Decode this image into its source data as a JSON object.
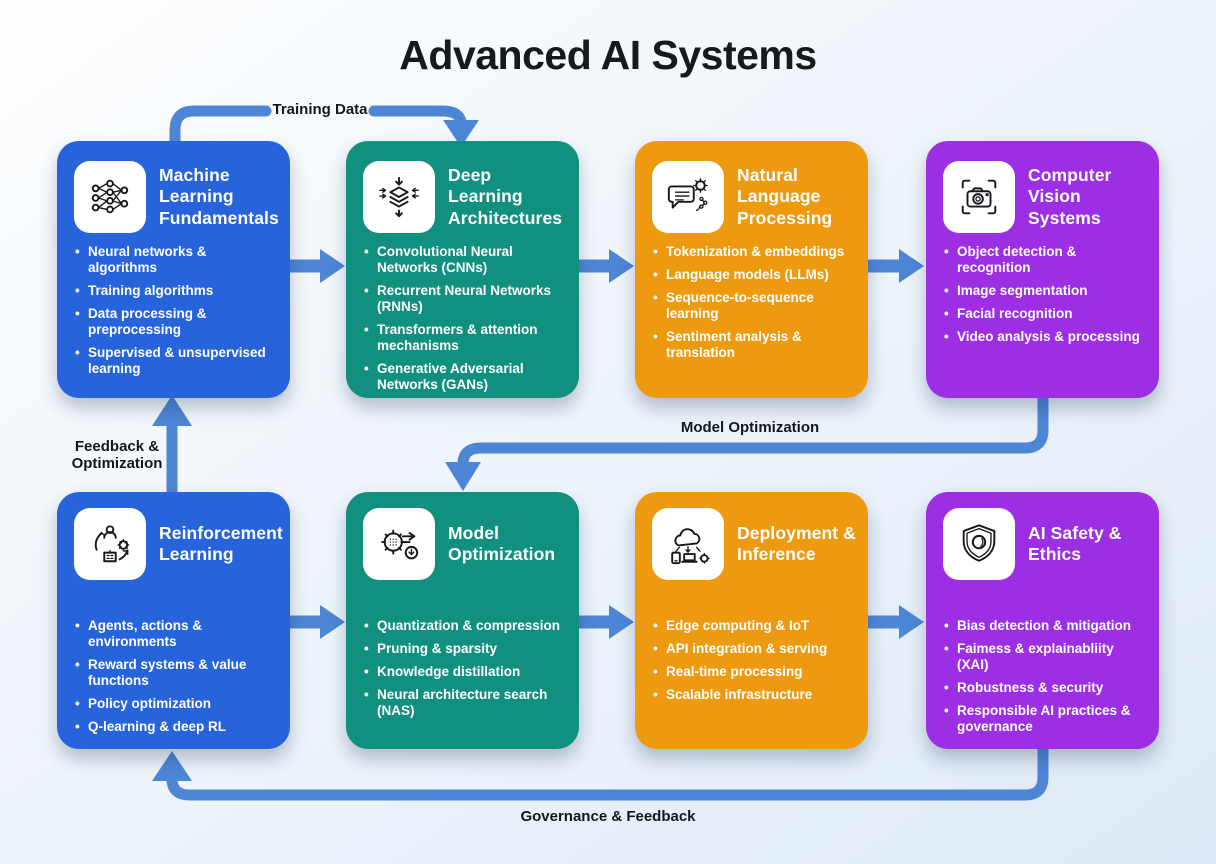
{
  "title": "Advanced AI Systems",
  "colors": {
    "card_blue": "#2764db",
    "card_teal": "#12907f",
    "card_orange": "#ee9a10",
    "card_purple": "#9c2fe3",
    "arrow_blue": "#4e86d6",
    "label_text": "#14181d",
    "background": "#eaf1fa"
  },
  "flow_labels": {
    "training_data": "Training Data",
    "model_optimization": "Model Optimization",
    "feedback_optimization": "Feedback & Optimization",
    "governance_feedback": "Governance & Feedback"
  },
  "cards": [
    {
      "title": "Machine Learning Fundamentals",
      "icon": "neural-network-icon",
      "color": "#2764db",
      "bullets": [
        "Neural networks & algorithms",
        "Training algorithms",
        "Data processing & preprocessing",
        "Supervised & unsupervised learning"
      ]
    },
    {
      "title": "Deep Learning Architectures",
      "icon": "layers-icon",
      "color": "#12907f",
      "bullets": [
        "Convolutional Neural Networks (CNNs)",
        "Recurrent Neural Networks (RNNs)",
        "Transformers & attention mechanisms",
        "Generative Adversarial Networks (GANs)"
      ]
    },
    {
      "title": "Natural Language Processing",
      "icon": "chat-gear-icon",
      "color": "#ee9a10",
      "bullets": [
        "Tokenization & embeddings",
        "Language models (LLMs)",
        "Sequence-to-sequence learning",
        "Sentiment analysis & translation"
      ]
    },
    {
      "title": "Computer Vision Systems",
      "icon": "camera-icon",
      "color": "#9c2fe3",
      "bullets": [
        "Object detection & recognition",
        "Image segmentation",
        "Facial recognition",
        "Video analysis & processing"
      ]
    },
    {
      "title": "Reinforcement Learning",
      "icon": "agent-cycle-icon",
      "color": "#2764db",
      "bullets": [
        "Agents, actions & environments",
        "Reward systems & value functions",
        "Policy optimization",
        "Q-learning & deep RL"
      ]
    },
    {
      "title": "Model Optimization",
      "icon": "gear-optimize-icon",
      "color": "#12907f",
      "bullets": [
        "Quantization & compression",
        "Pruning & sparsity",
        "Knowledge distillation",
        "Neural architecture search (NAS)"
      ]
    },
    {
      "title": "Deployment & Inference",
      "icon": "cloud-devices-icon",
      "color": "#ee9a10",
      "bullets": [
        "Edge computing & IoT",
        "API integration & serving",
        "Real-time processing",
        "Scalable infrastructure"
      ]
    },
    {
      "title": "AI Safety & Ethics",
      "icon": "shield-face-icon",
      "color": "#9c2fe3",
      "bullets": [
        "Bias detection & mitigation",
        "Faimess & explainabliity (XAI)",
        "Robustness & security",
        "Responsible AI practices & governance"
      ]
    }
  ]
}
